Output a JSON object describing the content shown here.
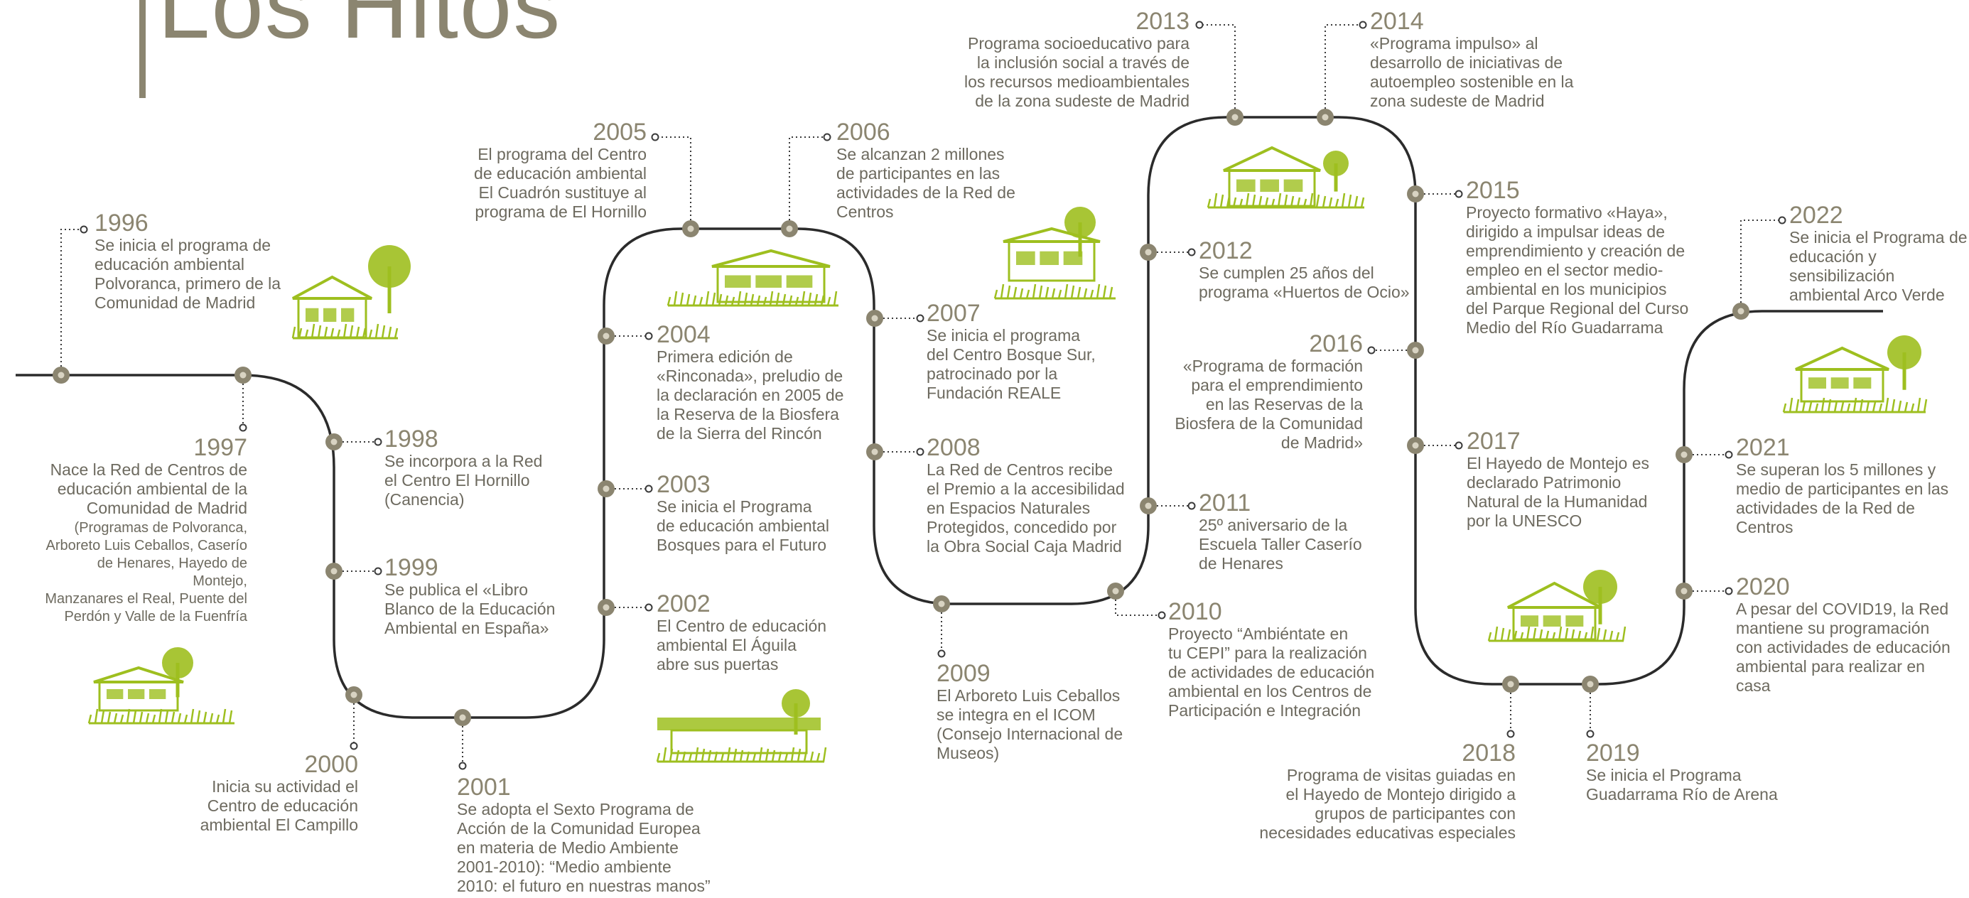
{
  "title": "Los Hitos",
  "colors": {
    "line": "#2b2b2b",
    "node": "#8b8570",
    "accent": "#9ebf1f",
    "text": "#6d6a5f",
    "year": "#8b8570"
  },
  "illustration_icons": [
    "building-tree-icon",
    "building-reeds-icon",
    "school-building-icon",
    "pergola-trees-icon",
    "flat-roof-building-icon",
    "farmhouse-icon",
    "pavilion-trees-icon",
    "cabin-trees-icon"
  ],
  "events": [
    {
      "year": "1996",
      "text": "Se inicia el programa de\neducación ambiental\nPolvoranca, primero de la\nComunidad de Madrid"
    },
    {
      "year": "1997",
      "text": "Nace la Red de Centros de\neducación ambiental de la\nComunidad de Madrid",
      "subtext": "(Programas de Polvoranca,\nArboreto Luis Ceballos, Caserío\nde Henares, Hayedo de Montejo,\nManzanares el Real, Puente del\nPerdón y Valle de la Fuenfría"
    },
    {
      "year": "1998",
      "text": "Se incorpora a la Red\nel Centro El Hornillo\n(Canencia)"
    },
    {
      "year": "1999",
      "text": "Se publica el «Libro\nBlanco  de la Educación\nAmbiental en España»"
    },
    {
      "year": "2000",
      "text": "Inicia su actividad el\nCentro de educación\nambiental El Campillo"
    },
    {
      "year": "2001",
      "text": "Se adopta el Sexto Programa de\nAcción de la Comunidad Europea\nen materia de Medio Ambiente\n2001-2010): “Medio ambiente\n2010: el futuro en nuestras manos”"
    },
    {
      "year": "2002",
      "text": "El Centro de educación\nambiental El Águila\nabre sus puertas"
    },
    {
      "year": "2003",
      "text": "Se inicia el Programa\nde educación ambiental\nBosques para el Futuro"
    },
    {
      "year": "2004",
      "text": "Primera edición de\n«Rinconada», preludio de\nla declaración en 2005 de\nla Reserva de la Biosfera\nde la Sierra del Rincón"
    },
    {
      "year": "2005",
      "text": "El programa del Centro\nde educación ambiental\nEl Cuadrón sustituye al\nprograma de El Hornillo"
    },
    {
      "year": "2006",
      "text": "Se alcanzan 2 millones\nde participantes en las\nactividades de la Red de\nCentros"
    },
    {
      "year": "2007",
      "text": "Se inicia el programa\ndel Centro Bosque Sur,\npatrocinado por la\nFundación REALE"
    },
    {
      "year": "2008",
      "text": "La Red de Centros recibe\nel Premio a la accesibilidad\nen Espacios Naturales\nProtegidos, concedido por\nla Obra Social Caja Madrid"
    },
    {
      "year": "2009",
      "text": "El Arboreto Luis Ceballos\nse integra en el ICOM\n(Consejo Internacional de\nMuseos)"
    },
    {
      "year": "2010",
      "text": "Proyecto “Ambiéntate en\ntu CEPI” para la realización\nde actividades de educación\nambiental en los Centros de\nParticipación e Integración"
    },
    {
      "year": "2011",
      "text": "25º aniversario de la\nEscuela Taller Caserío\nde Henares"
    },
    {
      "year": "2012",
      "text": "Se cumplen 25 años del\nprograma «Huertos de Ocio»"
    },
    {
      "year": "2013",
      "text": "Programa socioeducativo para\nla inclusión social a través de\nlos recursos medioambientales\nde la zona sudeste de Madrid"
    },
    {
      "year": "2014",
      "text": "«Programa impulso» al\ndesarrollo de iniciativas de\nautoempleo sostenible en la\nzona sudeste de Madrid"
    },
    {
      "year": "2015",
      "text": "Proyecto formativo «Haya»,\ndirigido a impulsar ideas de\nemprendimiento y creación de\nempleo en el sector medio-\nambiental en los municipios\ndel Parque Regional del Curso\nMedio del Río Guadarrama"
    },
    {
      "year": "2016",
      "text": "«Programa de formación\npara el emprendimiento\nen las Reservas de la\nBiosfera de la Comunidad\nde Madrid»"
    },
    {
      "year": "2017",
      "text": "El Hayedo de Montejo es\ndeclarado Patrimonio\nNatural de la Humanidad\npor la UNESCO"
    },
    {
      "year": "2018",
      "text": "Programa de visitas guiadas en\nel Hayedo de Montejo dirigido a\ngrupos de participantes con\nnecesidades educativas especiales"
    },
    {
      "year": "2019",
      "text": "Se inicia el Programa\nGuadarrama Río de Arena"
    },
    {
      "year": "2020",
      "text": "A pesar del COVID19, la Red\nmantiene su programación\ncon actividades de educación\nambiental para realizar en casa"
    },
    {
      "year": "2021",
      "text": "Se superan los 5 millones y\nmedio de participantes en las\nactividades de la Red de\nCentros"
    },
    {
      "year": "2022",
      "text": "Se inicia el Programa de\neducación y sensibilización\nambiental Arco Verde"
    }
  ]
}
